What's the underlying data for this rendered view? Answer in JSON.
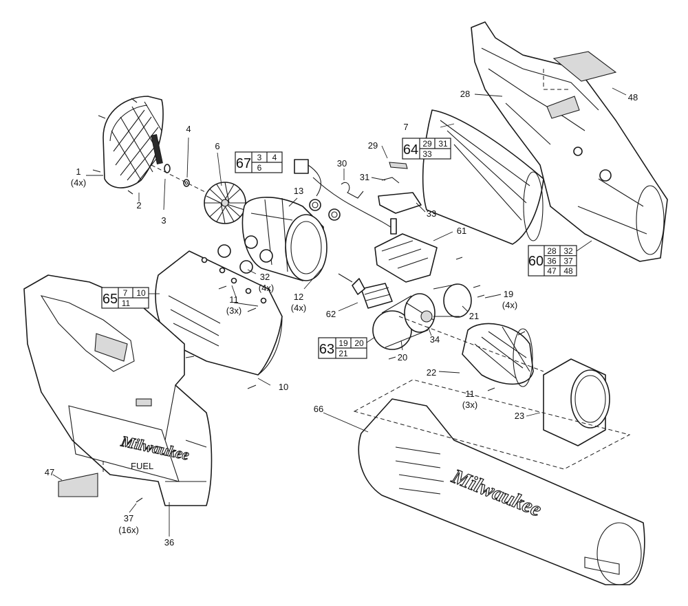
{
  "callouts": [
    {
      "id": "c1",
      "label": "1",
      "qty": "(4x)"
    },
    {
      "id": "c2",
      "label": "2"
    },
    {
      "id": "c3",
      "label": "3"
    },
    {
      "id": "c4",
      "label": "4"
    },
    {
      "id": "c6",
      "label": "6"
    },
    {
      "id": "c7",
      "label": "7"
    },
    {
      "id": "c10",
      "label": "10"
    },
    {
      "id": "c11a",
      "label": "11",
      "qty": "(3x)"
    },
    {
      "id": "c11b",
      "label": "11",
      "qty": "(3x)"
    },
    {
      "id": "c12",
      "label": "12",
      "qty": "(4x)"
    },
    {
      "id": "c13",
      "label": "13"
    },
    {
      "id": "c19",
      "label": "19",
      "qty": "(4x)"
    },
    {
      "id": "c20",
      "label": "20"
    },
    {
      "id": "c21",
      "label": "21"
    },
    {
      "id": "c22",
      "label": "22"
    },
    {
      "id": "c23",
      "label": "23"
    },
    {
      "id": "c28",
      "label": "28"
    },
    {
      "id": "c29",
      "label": "29"
    },
    {
      "id": "c30",
      "label": "30"
    },
    {
      "id": "c31",
      "label": "31"
    },
    {
      "id": "c32",
      "label": "32",
      "qty": "(4x)"
    },
    {
      "id": "c33",
      "label": "33"
    },
    {
      "id": "c34",
      "label": "34"
    },
    {
      "id": "c36",
      "label": "36"
    },
    {
      "id": "c37",
      "label": "37",
      "qty": "(16x)"
    },
    {
      "id": "c47",
      "label": "47"
    },
    {
      "id": "c48",
      "label": "48"
    },
    {
      "id": "c61",
      "label": "61"
    },
    {
      "id": "c62",
      "label": "62"
    },
    {
      "id": "c66",
      "label": "66"
    }
  ],
  "kits": [
    {
      "id": "k67",
      "number": "67",
      "parts": [
        "3",
        "4",
        "6"
      ]
    },
    {
      "id": "k64",
      "number": "64",
      "parts": [
        "29",
        "31",
        "33"
      ]
    },
    {
      "id": "k65",
      "number": "65",
      "parts": [
        "7",
        "10",
        "11"
      ]
    },
    {
      "id": "k63",
      "number": "63",
      "parts": [
        "19",
        "20",
        "21"
      ]
    },
    {
      "id": "k60",
      "number": "60",
      "parts": [
        "28",
        "32",
        "36",
        "37",
        "47",
        "48"
      ]
    }
  ],
  "branding": {
    "logo_text": "Milwaukee",
    "label_text": "FUEL"
  }
}
